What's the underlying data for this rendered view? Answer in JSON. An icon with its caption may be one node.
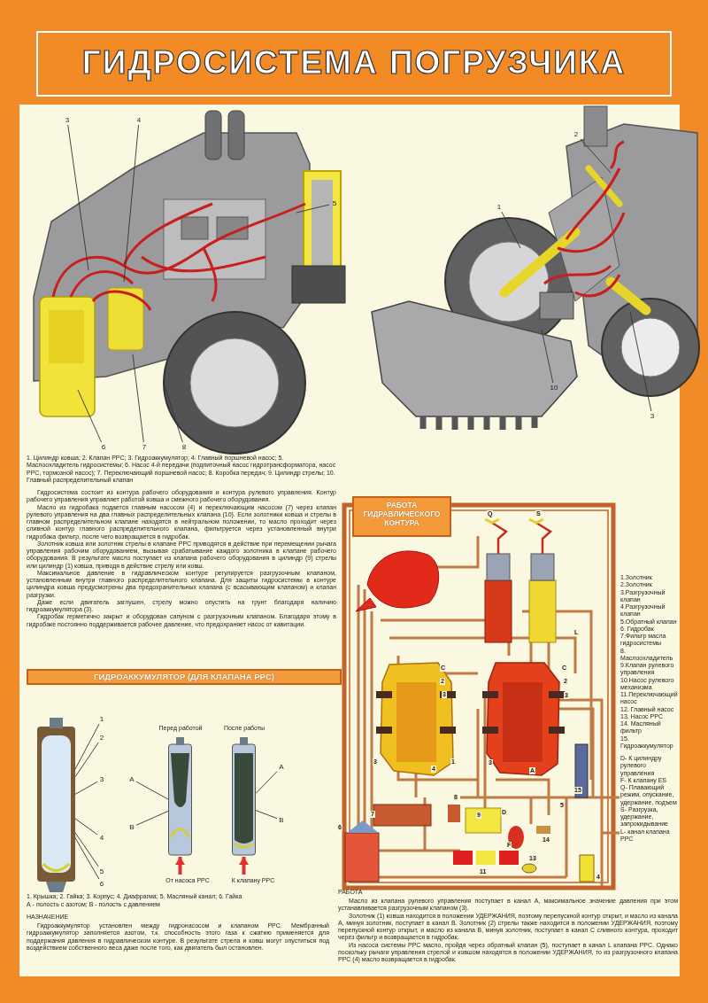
{
  "diagram": {
    "title": "ГИДРОСИСТЕМА ПОГРУЗЧИКА",
    "nodes": [
      {
        "text": [
          "3"
        ]
      },
      {
        "text": [
          "4"
        ]
      },
      {
        "text": [
          "5"
        ]
      },
      {
        "text": [
          "6"
        ]
      },
      {
        "text": [
          "7"
        ]
      },
      {
        "text": [
          "8"
        ]
      },
      {
        "text": [
          "2"
        ]
      },
      {
        "text": [
          "1"
        ]
      },
      {
        "text": [
          "10"
        ]
      },
      {
        "text": [
          "3"
        ]
      },
      {
        "text": [
          "ГИДРОАККУМУЛЯТОР (ДЛЯ КЛАПАНА PPC)"
        ]
      },
      {
        "text": [
          "1"
        ]
      },
      {
        "text": [
          "2"
        ]
      },
      {
        "text": [
          "3"
        ]
      },
      {
        "text": [
          "4"
        ]
      },
      {
        "text": [
          "5"
        ]
      },
      {
        "text": [
          "6"
        ]
      },
      {
        "text": [
          "А"
        ]
      },
      {
        "text": [
          "В"
        ]
      },
      {
        "text": [
          "А"
        ]
      },
      {
        "text": [
          "В"
        ]
      },
      {
        "text": [
          "РАБОТА ГИДРАВЛИЧЕСКОГО КОНТУРА"
        ]
      },
      {
        "text": [],
        "shape": "picture"
      },
      {
        "text": [],
        "shape": "picture"
      },
      {
        "text": [],
        "shape": "picture"
      }
    ],
    "edges": [
      {
        "from": 0,
        "to": null,
        "arrow": "none"
      },
      {
        "from": 1,
        "to": null,
        "arrow": "none"
      },
      {
        "from": 2,
        "to": null,
        "arrow": "none"
      },
      {
        "from": 3,
        "to": null,
        "arrow": "none"
      },
      {
        "from": 4,
        "to": null,
        "arrow": "none"
      },
      {
        "from": 5,
        "to": null,
        "arrow": "none"
      },
      {
        "from": 6,
        "to": null,
        "arrow": "none"
      },
      {
        "from": 7,
        "to": null,
        "arrow": "none"
      },
      {
        "from": 8,
        "to": null,
        "arrow": "none"
      },
      {
        "from": 9,
        "to": null,
        "arrow": "none"
      },
      {
        "from": 11,
        "to": 22,
        "arrow": "none"
      },
      {
        "from": 12,
        "to": 22,
        "arrow": "none"
      },
      {
        "from": 13,
        "to": 22,
        "arrow": "none"
      },
      {
        "from": 14,
        "to": 22,
        "arrow": "none"
      },
      {
        "from": 15,
        "to": 22,
        "arrow": "none"
      },
      {
        "from": 16,
        "to": 22,
        "arrow": "none"
      },
      {
        "from": 17,
        "to": 23,
        "arrow": "none"
      },
      {
        "from": 18,
        "to": 23,
        "arrow": "none"
      },
      {
        "from": 19,
        "to": 24,
        "arrow": "none"
      },
      {
        "from": 20,
        "to": 24,
        "arrow": "none"
      }
    ],
    "labels": [
      "1. Цилиндр ковша; 2. Клапан PPC; 3. Гидроаккумулятор; 4. Главный поршневой насос; 5. Маслоохладитель гидросистемы; 6. Насос 4-й передачи (подпиточный насос гидротрансформатора, насос PPC, тормозной насос); 7. Переключающий поршневой насос; 8. Коробка передач; 9. Цилиндр стрелы; 10. Главный распределительный клапан",
      "Гидросистема состоит из контура рабочего оборудования и контура рулевого управления. Контур рабочего управления управляет работой ковша и смежного рабочего оборудования.",
      "Масло из гидробака подается главным насосом (4) и переключающим насосом (7) через клапан рулевого управления на два главных распределительных клапана (10). Если золотники ковша и стрелы в главном распределительном клапане находятся в нейтральном положении, то масло проходит через сливной контур главного распределительного клапана, фильтруется через установленный внутри гидробака фильтр, после чего возвращается в гидробак.",
      "Золотник ковша или золотник стрелы в клапане PPC приводятся в действие при перемещении рычага управления рабочим оборудованием, вызывая срабатывание каждого золотника в клапане рабочего оборудования. В результате масло поступает из клапана рабочего оборудования в цилиндр (9) стрелы или цилиндр (1) ковша, приводя в действие стрелу или ковш.",
      "Максимальное давление в гидравлическом контуре регулируется разгрузочным клапаном, установленным внутри главного распределительного клапана. Для защиты гидросистемы в контуре цилиндра ковша предусмотрены два предохранительных клапана (с всасывающим клапаном) и клапан разгрузки.",
      "Даже если двигатель заглушен, стрелу можно опустить на грунт благодаря наличию гидроаккумулятора (3).",
      "Гидробак герметично закрыт и оборудован сапуном с разгрузочным клапаном. Благодаря этому в гидробаке постоянно поддерживается рабочее давление, что предохраняет насос от кавитации.",
      "Перед работой",
      "После работы",
      "От насоса PPC",
      "К клапану PPC",
      "1. Крышка; 2. Гайка; 3. Корпус; 4. Диафрагма; 5. Масляный канал; 6. Гайка",
      "А - полость с азотом; В - полость с давлением",
      "НАЗНАЧЕНИЕ",
      "Гидроаккумулятор установлен между гидронасосом и клапаном PPC. Мембранный гидроаккумулятор заполняется азотом, т.к. способность этого газа к сжатию применяется для поддержания давления в гидравлическом контуре. В результате стрела и ковш могут опуститься под воздействием собственного веса даже после того, как двигатель был остановлен.",
      "1.Золотник",
      "2.Золотник",
      "3.Разгрузочный клапан",
      "4.Разгрузочный клапан",
      "5.Обратный клапан",
      "6. Гидробак",
      "7.Фильтр масла гидросистемы",
      "8. Маслоохладитель",
      "9.Клапан рулевого управления",
      "10.Насос рулевого механизма",
      "11.Переключающий насос",
      "12. Главный насос",
      "13. Насос PPC",
      "14. Масляный фильтр",
      "15. Гидроаккумулятор",
      "D- К цилиндру рулевого управления",
      "F- К клапану ES",
      "Q- Плавающий режим, опускание, удержание, подъем",
      "S- Разгрузка, удержание, запрокидывание",
      "L- канал клапана PPC",
      "РАБОТА",
      "Масло из клапана рулевого управления поступает в канал А, максимальное значение давления при этом устанавливается разгрузочным клапаном (3).",
      "Золотник (1) ковша находится в положении УДЕРЖАНИЯ, поэтому перепускной контур открыт, и масло из канала А, минуя золотник, поступает в канал В. Золотник (2) стрелы также находится в положении УДЕРЖАНИЯ, поэтому перепускной контур открыт, и масло из канала В, минуя золотник, поступает в канал С сливного контура, проходит через фильтр и возвращается в гидробак.",
      "Из насоса системы PPC масло, пройдя через обратный клапан (5), поступает в канал L клапана PPC. Однако поскольку рычаги управления стрелой и ковшом находятся в положении УДЕРЖАНИЯ, то из разгрузочного клапана PPC (4) масло возвращается в гидробак.",
      "Q",
      "S",
      "L",
      "C",
      "2",
      "3",
      "3",
      "4",
      "1",
      "C",
      "2",
      "3",
      "3",
      "A",
      "15",
      "5",
      "7",
      "6",
      "8",
      "D",
      "9",
      "F",
      "13",
      "14",
      "11",
      "4"
    ]
  }
}
